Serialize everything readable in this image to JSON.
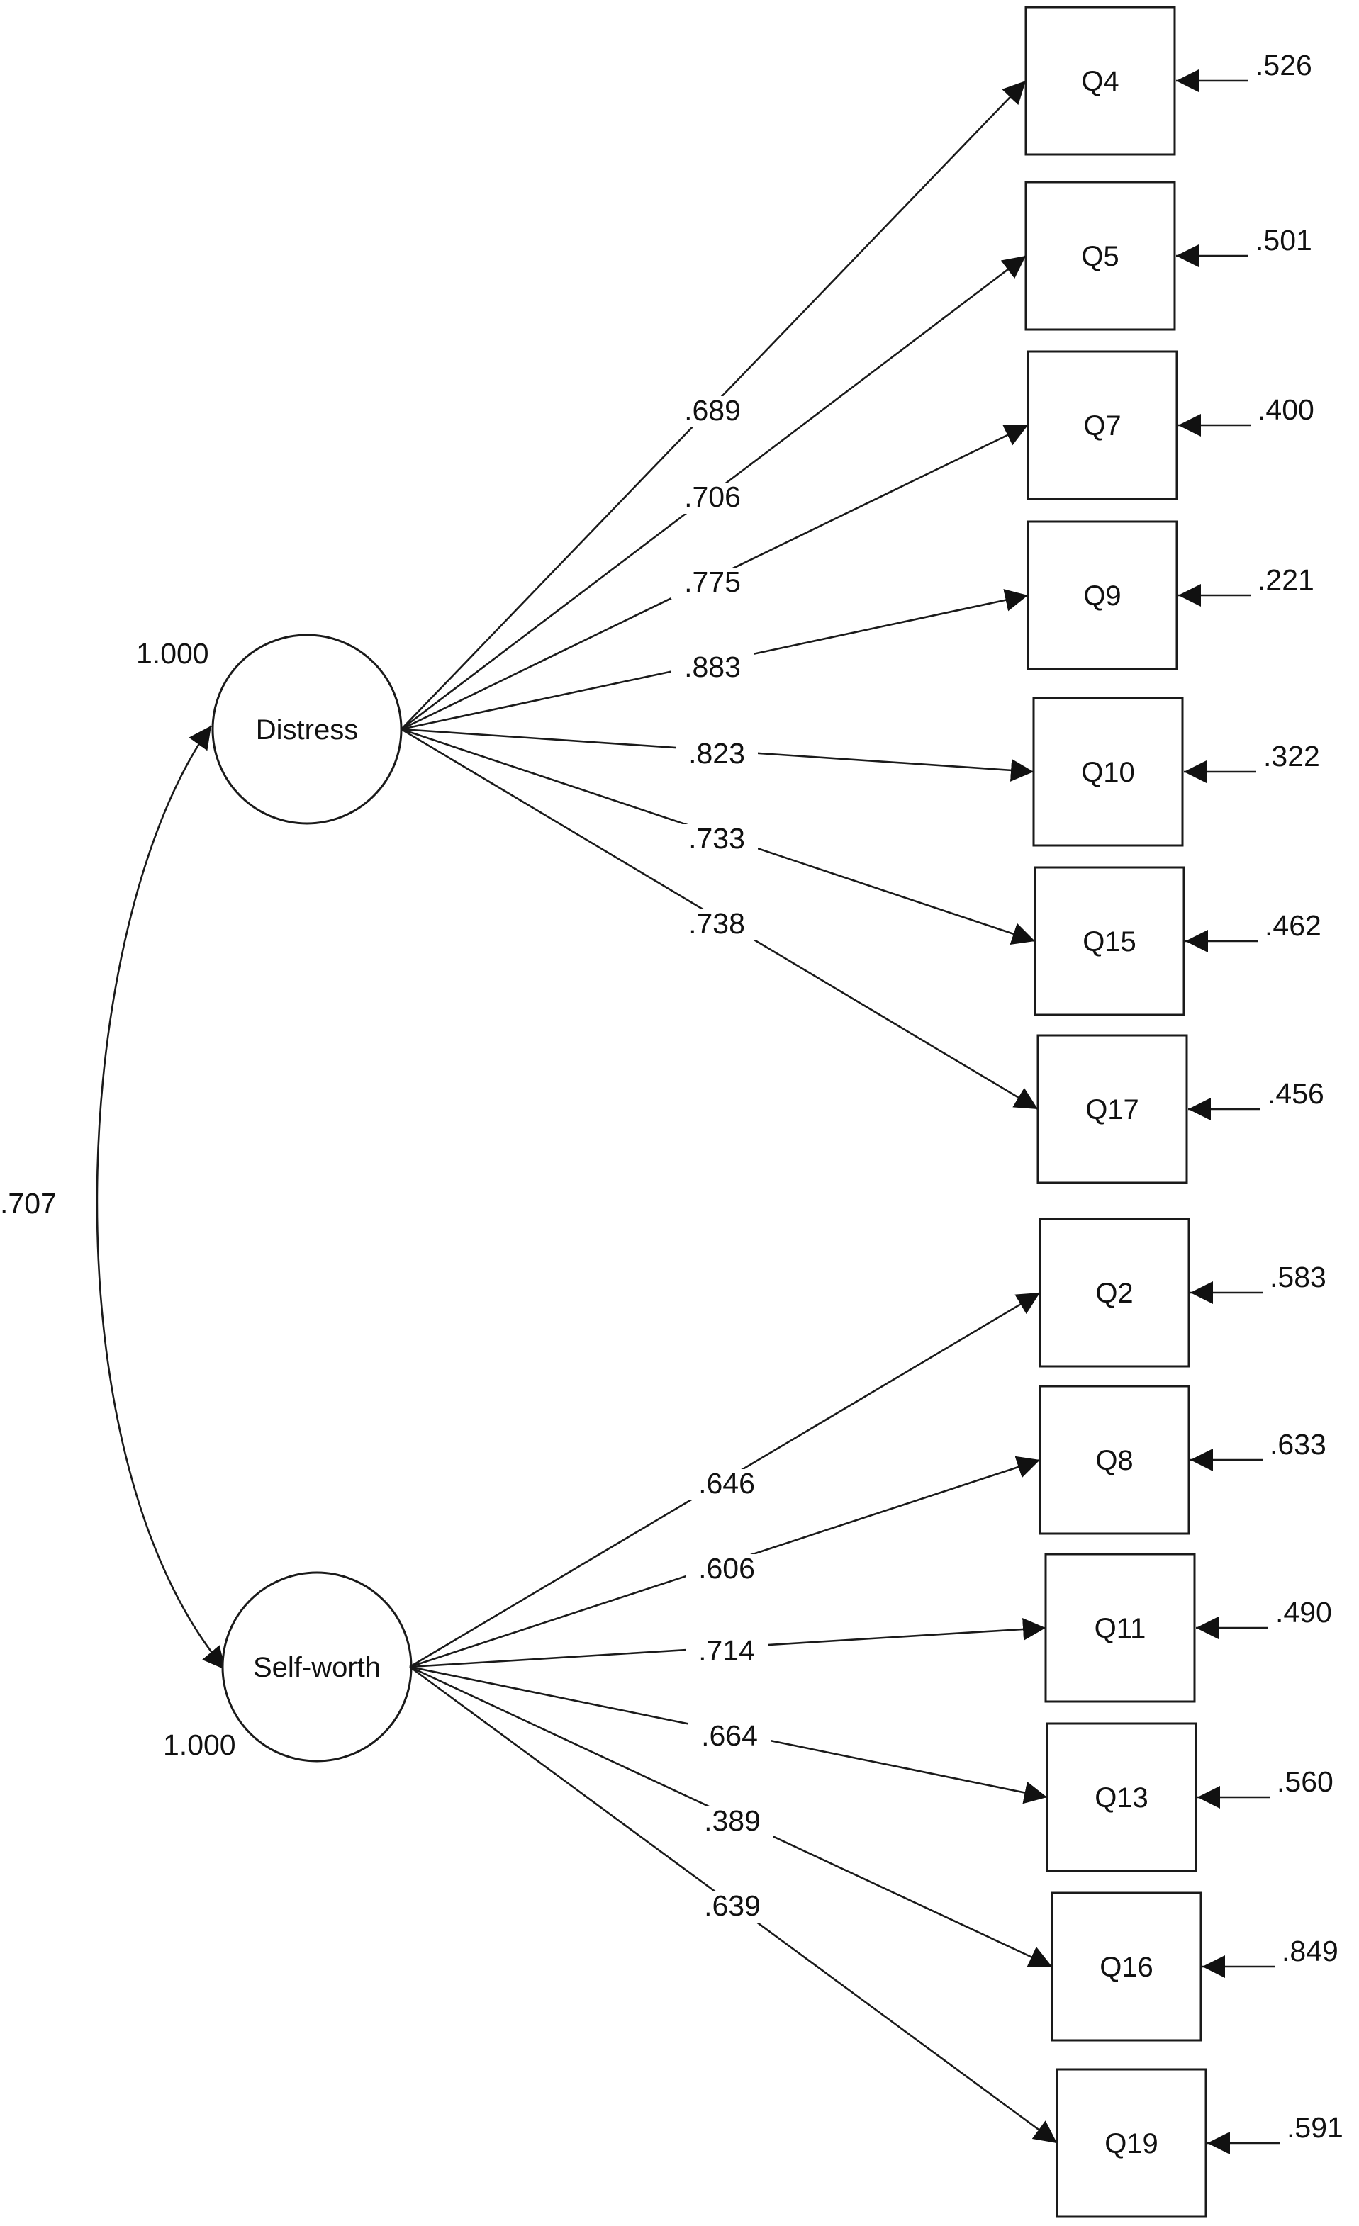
{
  "diagram": {
    "factors": [
      {
        "id": "distress",
        "name": "Distress",
        "variance": "1.000"
      },
      {
        "id": "selfworth",
        "name": "Self-worth",
        "variance": "1.000"
      }
    ],
    "correlation": ".707",
    "indicators": [
      {
        "factor": "distress",
        "item": "Q4",
        "loading": ".689",
        "error": ".526"
      },
      {
        "factor": "distress",
        "item": "Q5",
        "loading": ".706",
        "error": ".501"
      },
      {
        "factor": "distress",
        "item": "Q7",
        "loading": ".775",
        "error": ".400"
      },
      {
        "factor": "distress",
        "item": "Q9",
        "loading": ".883",
        "error": ".221"
      },
      {
        "factor": "distress",
        "item": "Q10",
        "loading": ".823",
        "error": ".322"
      },
      {
        "factor": "distress",
        "item": "Q15",
        "loading": ".733",
        "error": ".462"
      },
      {
        "factor": "distress",
        "item": "Q17",
        "loading": ".738",
        "error": ".456"
      },
      {
        "factor": "selfworth",
        "item": "Q2",
        "loading": ".646",
        "error": ".583"
      },
      {
        "factor": "selfworth",
        "item": "Q8",
        "loading": ".606",
        "error": ".633"
      },
      {
        "factor": "selfworth",
        "item": "Q11",
        "loading": ".714",
        "error": ".490"
      },
      {
        "factor": "selfworth",
        "item": "Q13",
        "loading": ".664",
        "error": ".560"
      },
      {
        "factor": "selfworth",
        "item": "Q16",
        "loading": ".389",
        "error": ".849"
      },
      {
        "factor": "selfworth",
        "item": "Q19",
        "loading": ".639",
        "error": ".591"
      }
    ]
  }
}
